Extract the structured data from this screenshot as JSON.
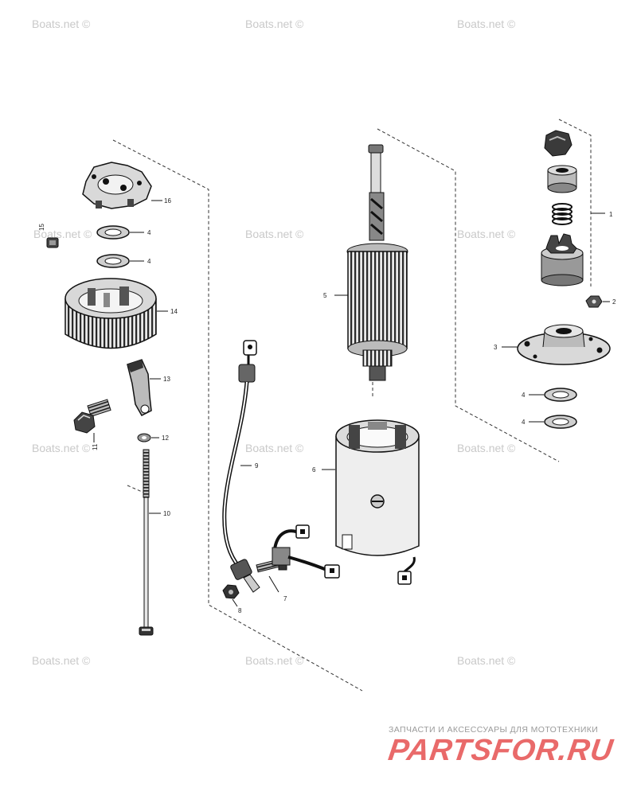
{
  "watermark": "Boats.net ©",
  "footer": {
    "tagline": "ЗАПЧАСТИ И АКСЕССУАРЫ ДЛЯ МОТОТЕХНИКИ",
    "logo": "PARTSFOR.RU",
    "logo_color": "#e96a6a"
  },
  "callouts": {
    "c1": "1",
    "c2": "2",
    "c3": "3",
    "c4a": "4",
    "c4b": "4",
    "c4c": "4",
    "c4d": "4",
    "c5": "5",
    "c6": "6",
    "c7": "7",
    "c8": "8",
    "c9": "9",
    "c10": "10",
    "c11": "11",
    "c12": "12",
    "c13": "13",
    "c14": "14",
    "c15": "15",
    "c16": "16"
  }
}
